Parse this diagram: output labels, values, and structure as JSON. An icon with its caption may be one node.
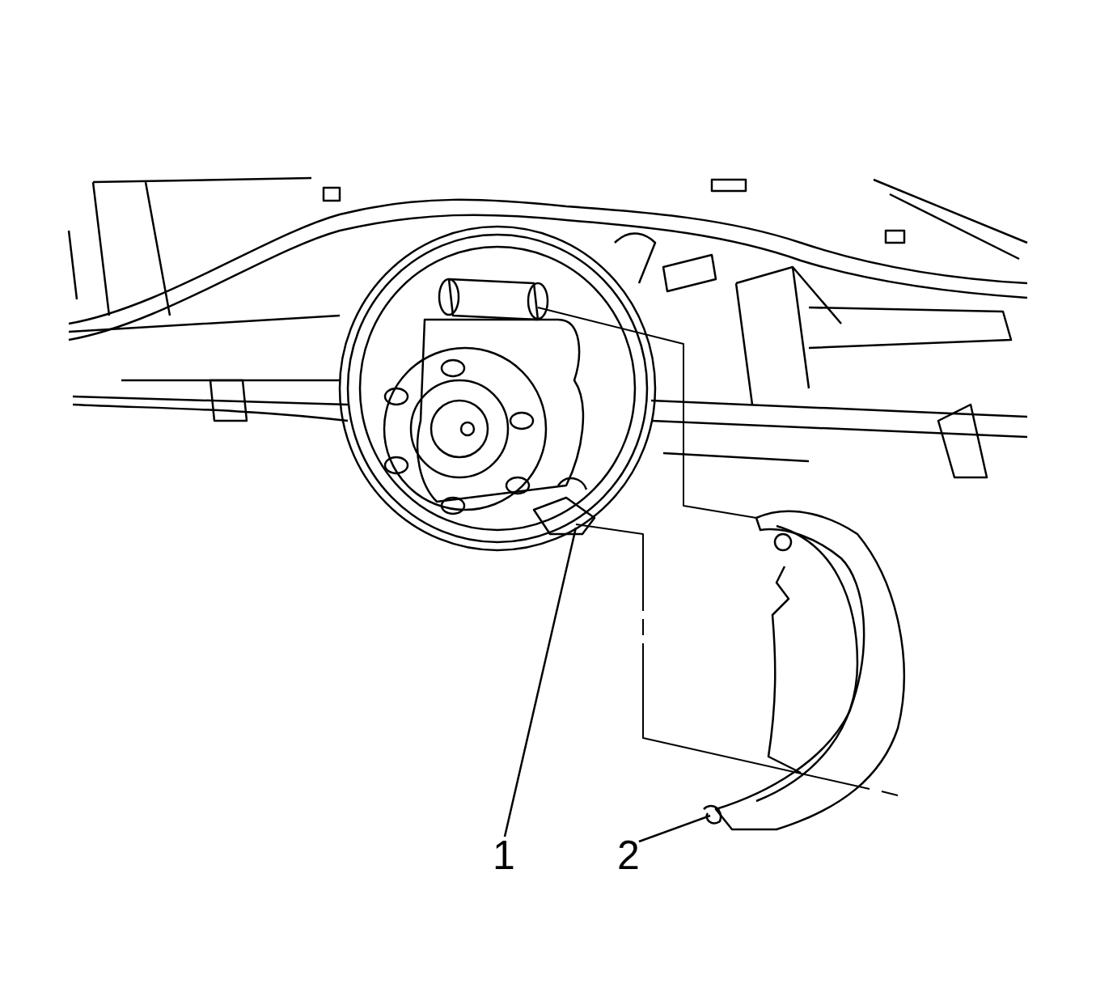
{
  "diagram": {
    "nodes": [
      {
        "text": [
          "1"
        ]
      },
      {
        "text": [
          "2"
        ]
      }
    ],
    "edges": [
      {
        "from": 0,
        "to": null,
        "arrow": "none"
      },
      {
        "from": 1,
        "to": null,
        "arrow": "none"
      }
    ]
  }
}
